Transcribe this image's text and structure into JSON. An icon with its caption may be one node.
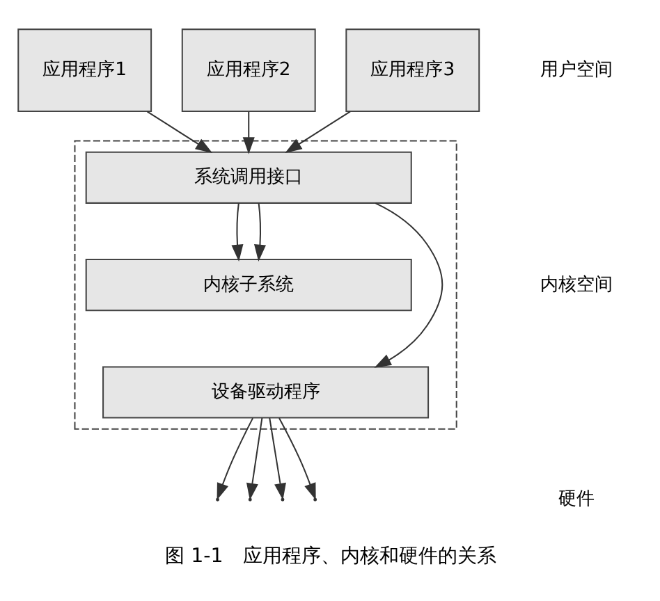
{
  "diagram": {
    "caption": "图 1-1　应用程序、内核和硬件的关系",
    "nodes": [
      {
        "text": [
          "应用程序1"
        ]
      },
      {
        "text": [
          "应用程序2"
        ]
      },
      {
        "text": [
          "应用程序3"
        ]
      },
      {
        "text": [],
        "shape": "box"
      },
      {
        "text": [
          "系统调用接口"
        ],
        "in": 3
      },
      {
        "text": [
          "内核子系统"
        ],
        "in": 3
      },
      {
        "text": [
          "设备驱动程序"
        ],
        "in": 3
      }
    ],
    "edges": [
      {
        "from": 0,
        "to": 4,
        "arrow": "to"
      },
      {
        "from": 1,
        "to": 4,
        "arrow": "to"
      },
      {
        "from": 2,
        "to": 4,
        "arrow": "to"
      },
      {
        "from": 4,
        "to": 5,
        "arrow": "to"
      },
      {
        "from": 4,
        "to": 5,
        "arrow": "to"
      },
      {
        "from": 4,
        "to": 6,
        "arrow": "to"
      },
      {
        "from": 6,
        "to": null,
        "arrow": "to"
      },
      {
        "from": 6,
        "to": null,
        "arrow": "to"
      },
      {
        "from": 6,
        "to": null,
        "arrow": "to"
      },
      {
        "from": 6,
        "to": null,
        "arrow": "to"
      }
    ],
    "labels": [
      "用户空间",
      "内核空间",
      "硬件"
    ]
  }
}
